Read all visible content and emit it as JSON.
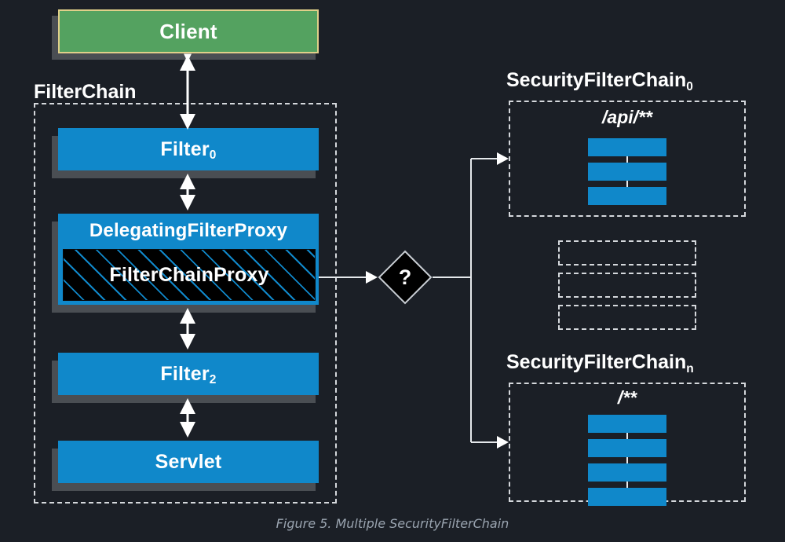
{
  "figure": {
    "caption": "Figure 5. Multiple SecurityFilterChain",
    "background_color": "#1b1f26"
  },
  "colors": {
    "blue": "#1088ca",
    "green": "#54a260",
    "green_border": "#e0cf8a",
    "shadow": "#4a4e53",
    "dash_border": "#d5d8dc",
    "black_fill": "#000000",
    "text": "#ffffff",
    "caption_text": "#9aa4b0"
  },
  "filter_chain": {
    "group_label": "FilterChain",
    "client": {
      "label": "Client"
    },
    "nodes": [
      {
        "label": "Filter",
        "subscript": "0"
      },
      {
        "label": "DelegatingFilterProxy",
        "subscript": ""
      },
      {
        "label": "Filter",
        "subscript": "2"
      },
      {
        "label": "Servlet",
        "subscript": ""
      }
    ],
    "proxy": {
      "label": "FilterChainProxy"
    }
  },
  "decision": {
    "label": "?",
    "shape": "diamond"
  },
  "security_chains": [
    {
      "title": "SecurityFilterChain",
      "subscript": "0",
      "pattern": "/api/**",
      "filter_count": 3
    },
    {
      "title": "SecurityFilterChain",
      "subscript": "n",
      "pattern": "/**",
      "filter_count": 4
    }
  ],
  "placeholder_chains": {
    "count": 3
  }
}
